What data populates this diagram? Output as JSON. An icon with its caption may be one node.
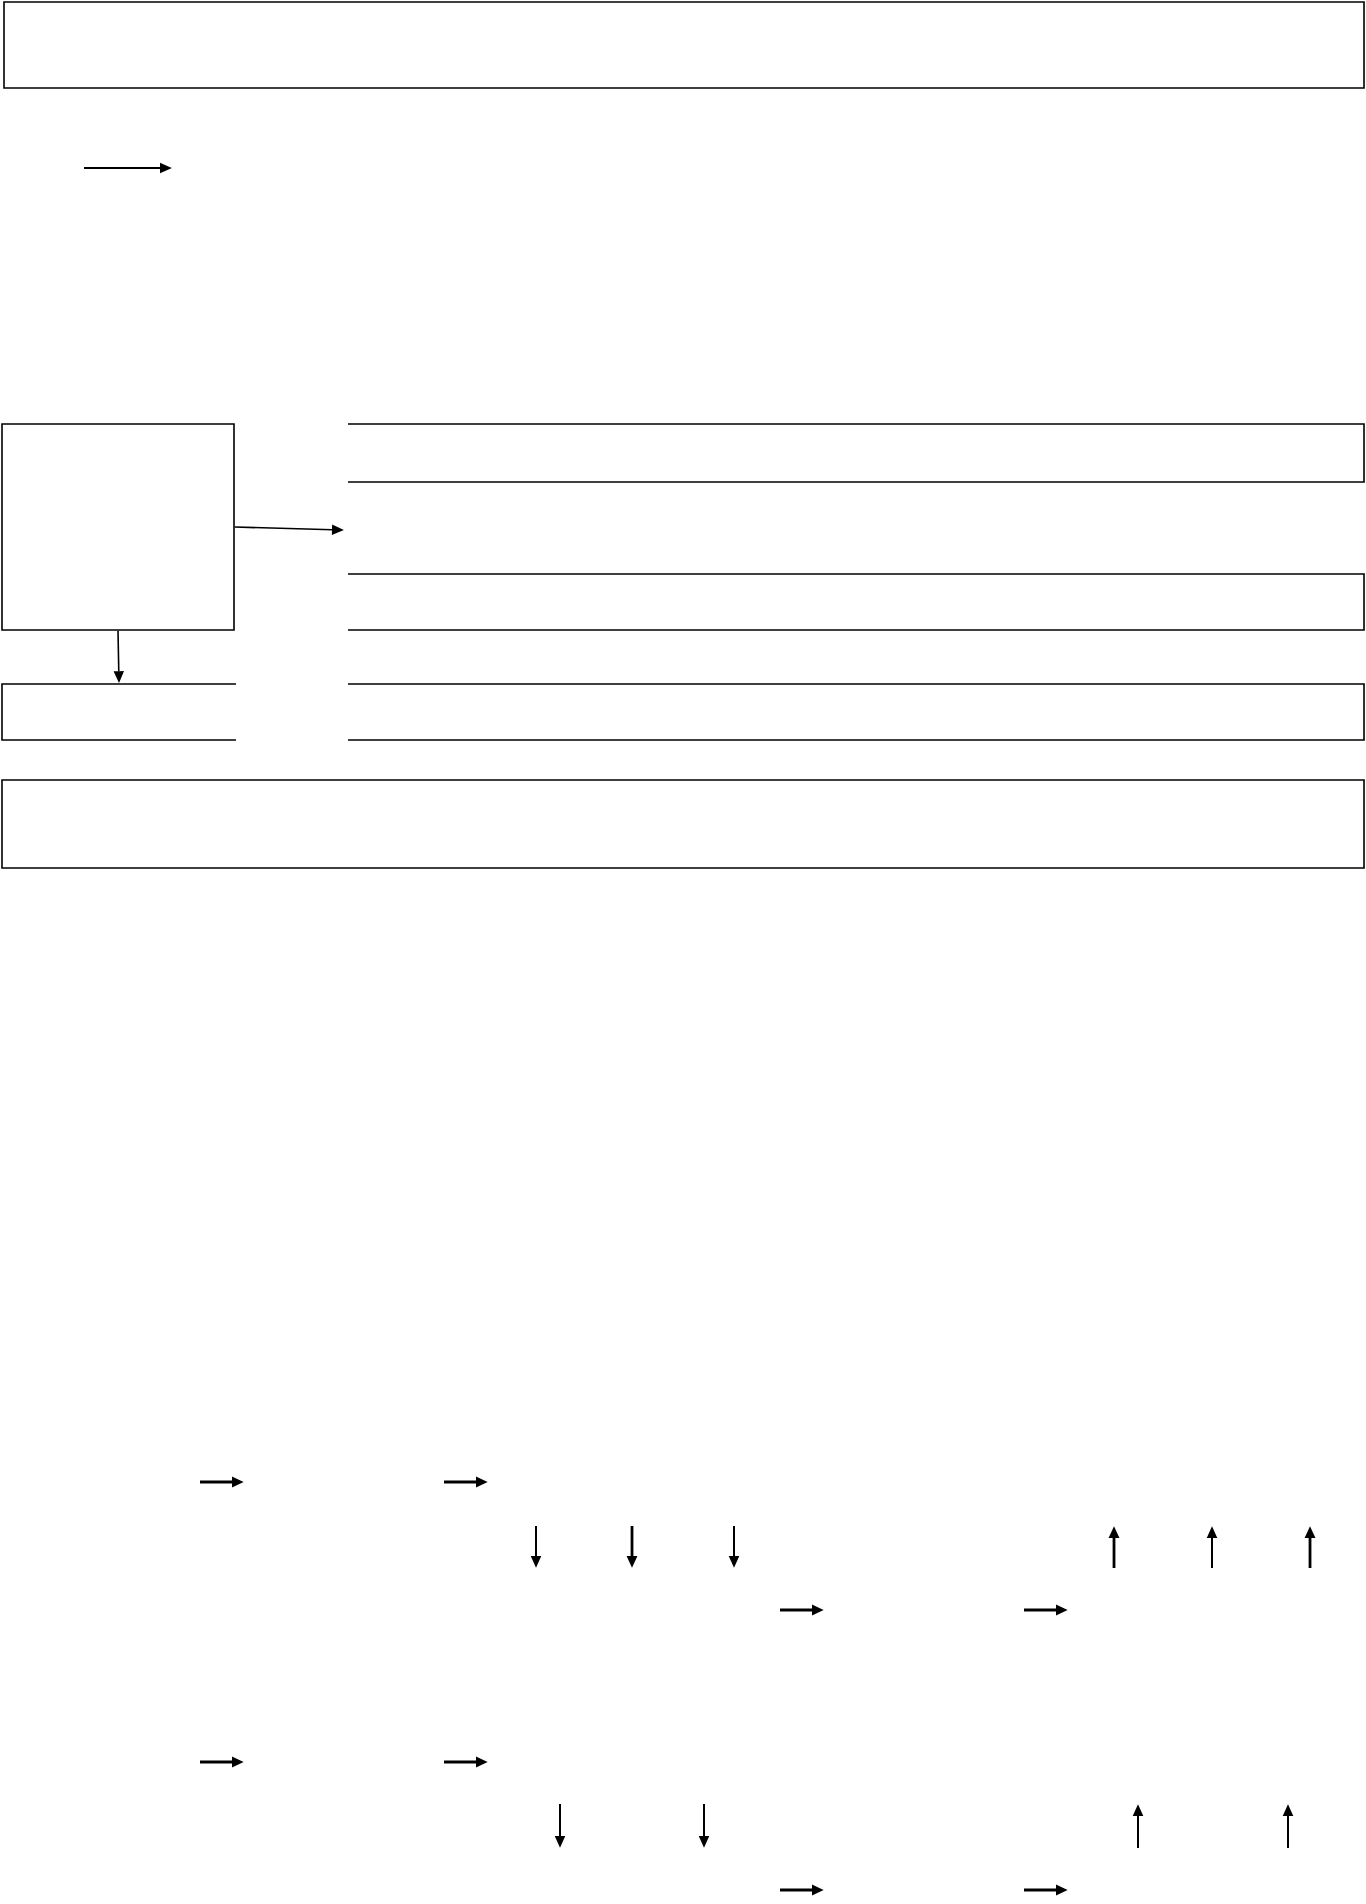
{
  "diagram": {
    "nodes": [
      {
        "text": [],
        "shape": "box"
      },
      {
        "text": [],
        "shape": "box"
      },
      {
        "text": [],
        "shape": "band"
      },
      {
        "text": [],
        "shape": "band"
      },
      {
        "text": [],
        "shape": "band"
      },
      {
        "text": [],
        "shape": "band"
      },
      {
        "text": [],
        "shape": "box"
      }
    ],
    "edges": [
      {
        "from": 1,
        "to": null,
        "arrow": "to"
      },
      {
        "from": 1,
        "to": 4,
        "arrow": "to"
      }
    ]
  }
}
